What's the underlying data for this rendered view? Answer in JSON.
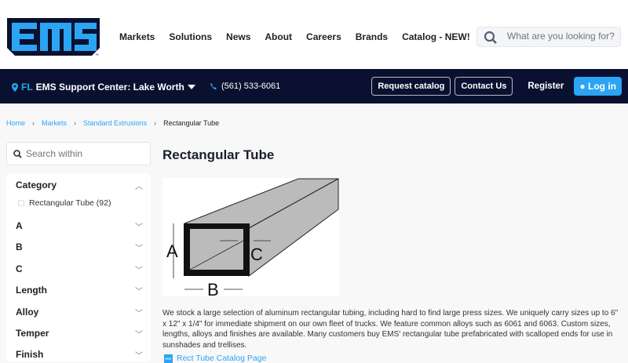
{
  "header": {
    "logo_text": "EMS",
    "nav": [
      "Markets",
      "Solutions",
      "News",
      "About",
      "Careers",
      "Brands",
      "Catalog - NEW!"
    ],
    "search_placeholder": "What are you looking for?"
  },
  "topbar": {
    "state": "FL",
    "location": "EMS Support Center: Lake Worth",
    "phone": "(561) 533-6061",
    "request_catalog": "Request catalog",
    "contact": "Contact Us",
    "register": "Register",
    "login": "Log in",
    "accent": "#2ba4f3",
    "bg": "#0a1130"
  },
  "breadcrumb": [
    "Home",
    "Markets",
    "Standard Extrusions",
    "Rectangular Tube"
  ],
  "sidebar": {
    "search_placeholder": "Search within",
    "category": "Category",
    "category_option": "Rectangular Tube (92)",
    "filters": [
      "A",
      "B",
      "C",
      "Length",
      "Alloy",
      "Temper",
      "Finish"
    ]
  },
  "main": {
    "title": "Rectangular Tube",
    "diagram_labels": {
      "a": "A",
      "b": "B",
      "c": "C"
    },
    "description": "We stock a large selection of aluminum rectangular tubing, including hard to find large press sizes. We uniquely carry sizes up to 6\" x 12\" x 1/4\" for immediate shipment on our own fleet of trucks. We feature common alloys such as 6061 and 6063. Custom sizes, lengths, alloys and finishes are available. Many customers buy EMS' rectangular tube prefabricated with scalloped ends for use in sunshades and trellises.",
    "pdf_icon": "PDF",
    "pdf_link": "Rect Tube Catalog Page"
  }
}
